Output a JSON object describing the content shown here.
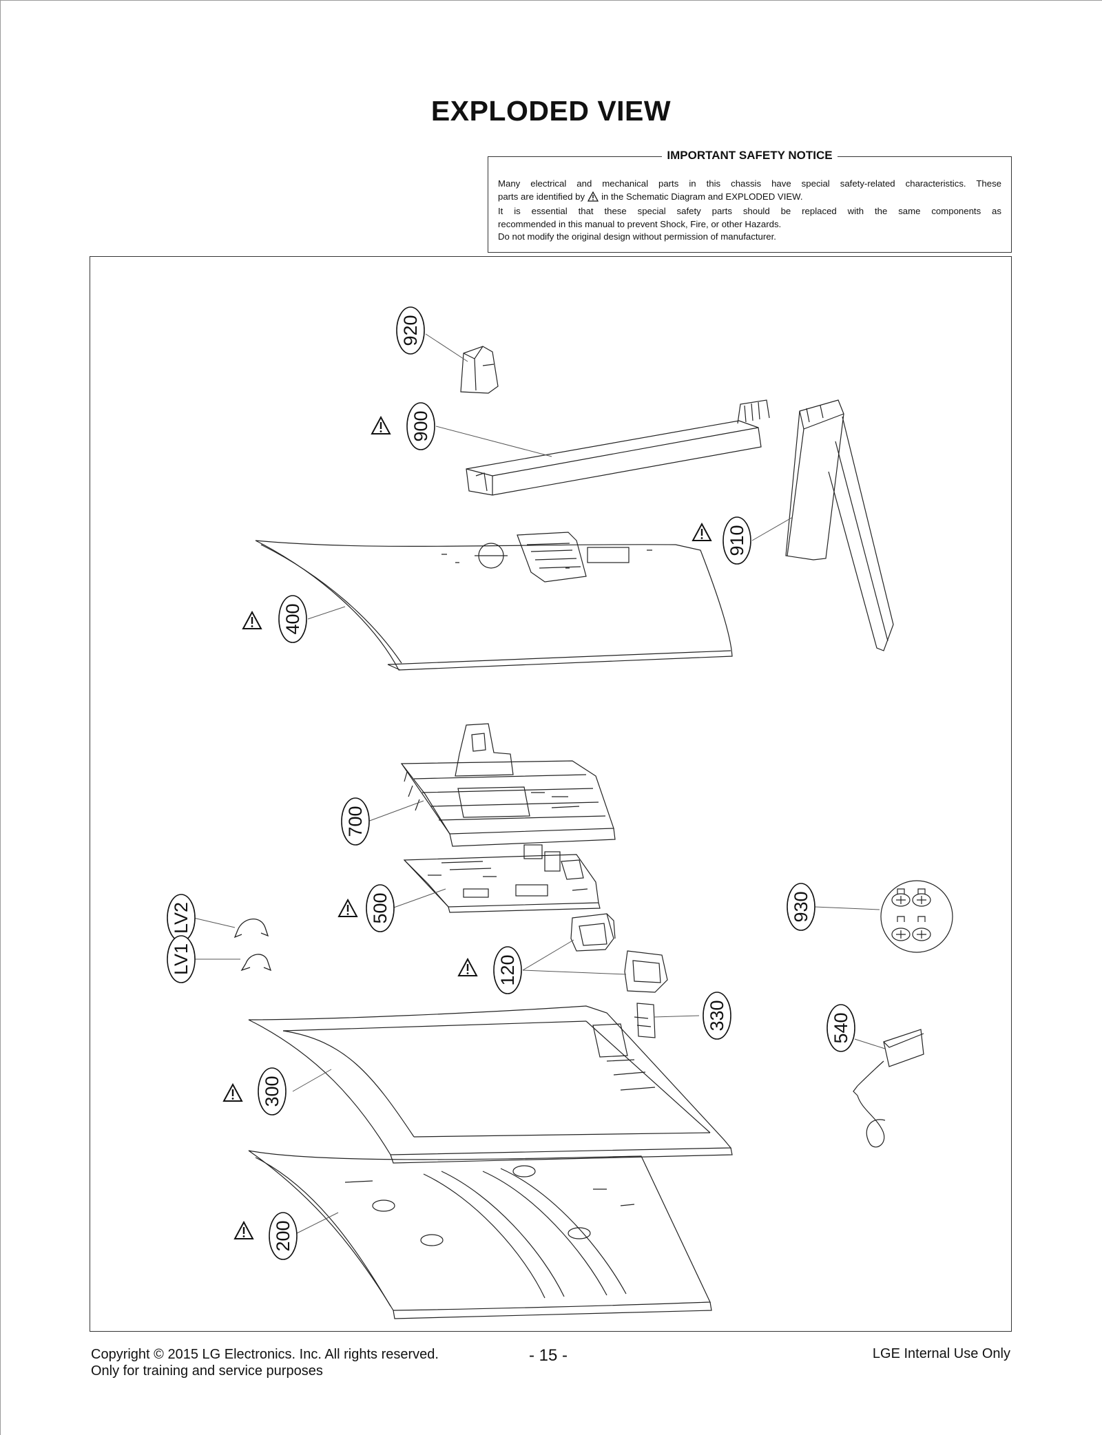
{
  "page": {
    "title": "EXPLODED VIEW"
  },
  "notice": {
    "title": "IMPORTANT SAFETY NOTICE",
    "line1": "Many electrical and mechanical parts in this chassis have special safety-related characteristics. These",
    "line2_a": "parts are identified by",
    "line2_b": "in the Schematic Diagram and EXPLODED VIEW.",
    "line3": "It is essential that these special safety parts should be replaced with the same components as",
    "line4": "recommended in this manual to prevent Shock, Fire, or other Hazards.",
    "line5": "Do not modify the original design without permission of manufacturer."
  },
  "parts": {
    "p920": "920",
    "p900": "900",
    "p910": "910",
    "p400": "400",
    "p700": "700",
    "p500": "500",
    "pLV2": "LV2",
    "pLV1": "LV1",
    "p930": "930",
    "p120": "120",
    "p330": "330",
    "p540": "540",
    "p300": "300",
    "p200": "200"
  },
  "footer": {
    "copyright": "Copyright  © 2015  LG Electronics. Inc. All rights reserved.",
    "training": "Only for training and service purposes",
    "page_number": "- 15 -",
    "internal": "LGE Internal Use Only"
  }
}
